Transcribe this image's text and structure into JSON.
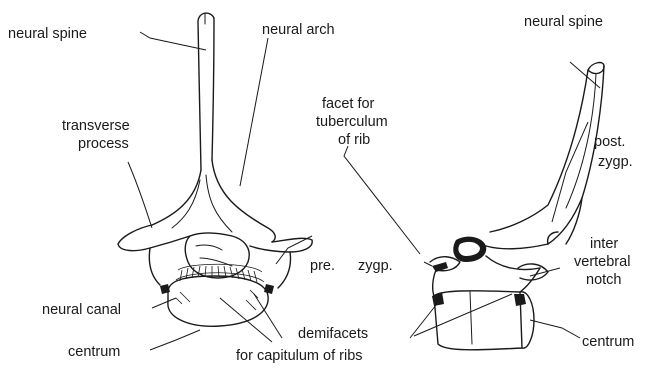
{
  "labels": {
    "neural_spine_left": "neural spine",
    "neural_arch": "neural arch",
    "transverse": "transverse",
    "process": "process",
    "facet_line1": "facet for",
    "facet_line2": "tuberculum",
    "facet_line3": "of rib",
    "neural_spine_right": "neural spine",
    "post": "post.",
    "post_zygp": "zygp.",
    "pre": "pre.",
    "zygp": "zygp.",
    "inter": "inter",
    "vertebral": "vertebral",
    "notch": "notch",
    "neural_canal": "neural canal",
    "centrum_left": "centrum",
    "demifacets": "demifacets",
    "for_capitulum": "for capitulum of ribs",
    "centrum_right": "centrum"
  }
}
